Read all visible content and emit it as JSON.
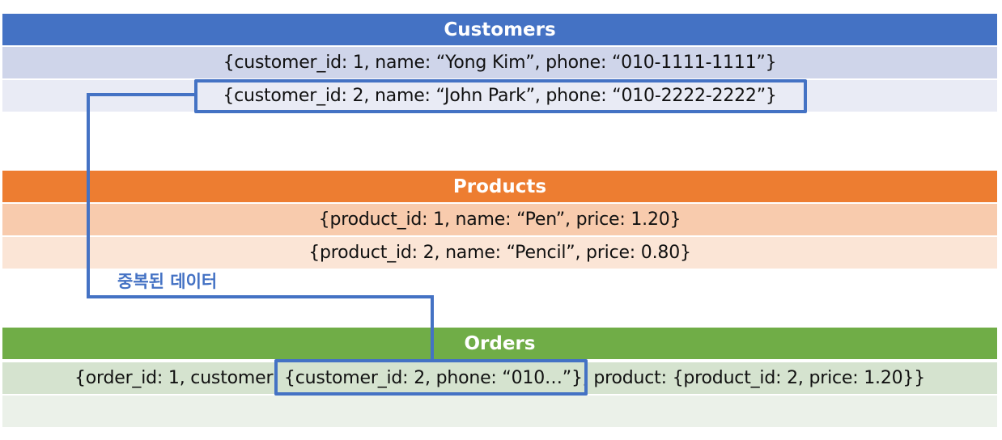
{
  "colors": {
    "customers_header": "#4472c4",
    "customers_row1": "#cfd5ea",
    "customers_row2": "#e9ebf5",
    "products_header": "#ed7d31",
    "products_row1": "#f8cbad",
    "products_row2": "#fbe5d6",
    "orders_header": "#70ad47",
    "orders_row1": "#d5e3cf",
    "orders_row2": "#ebf1e9",
    "highlight": "#4472c4",
    "annotation_text": "#4472c4"
  },
  "customers": {
    "title": "Customers",
    "rows": [
      "{customer_id: 1, name: “Yong Kim”, phone: “010-1111-1111”}",
      "{customer_id: 2, name: “John Park”, phone: “010-2222-2222”}"
    ]
  },
  "products": {
    "title": "Products",
    "rows": [
      "{product_id: 1, name: “Pen”, price: 1.20}",
      "{product_id: 2, name: “Pencil”, price: 0.80}"
    ]
  },
  "orders": {
    "title": "Orders",
    "rows": [
      "{order_id: 1, customer: {customer_id: 2, phone: “010…”}, product: {product_id: 2, price: 1.20}}",
      ""
    ]
  },
  "annotation": {
    "label": "중복된 데이터"
  }
}
